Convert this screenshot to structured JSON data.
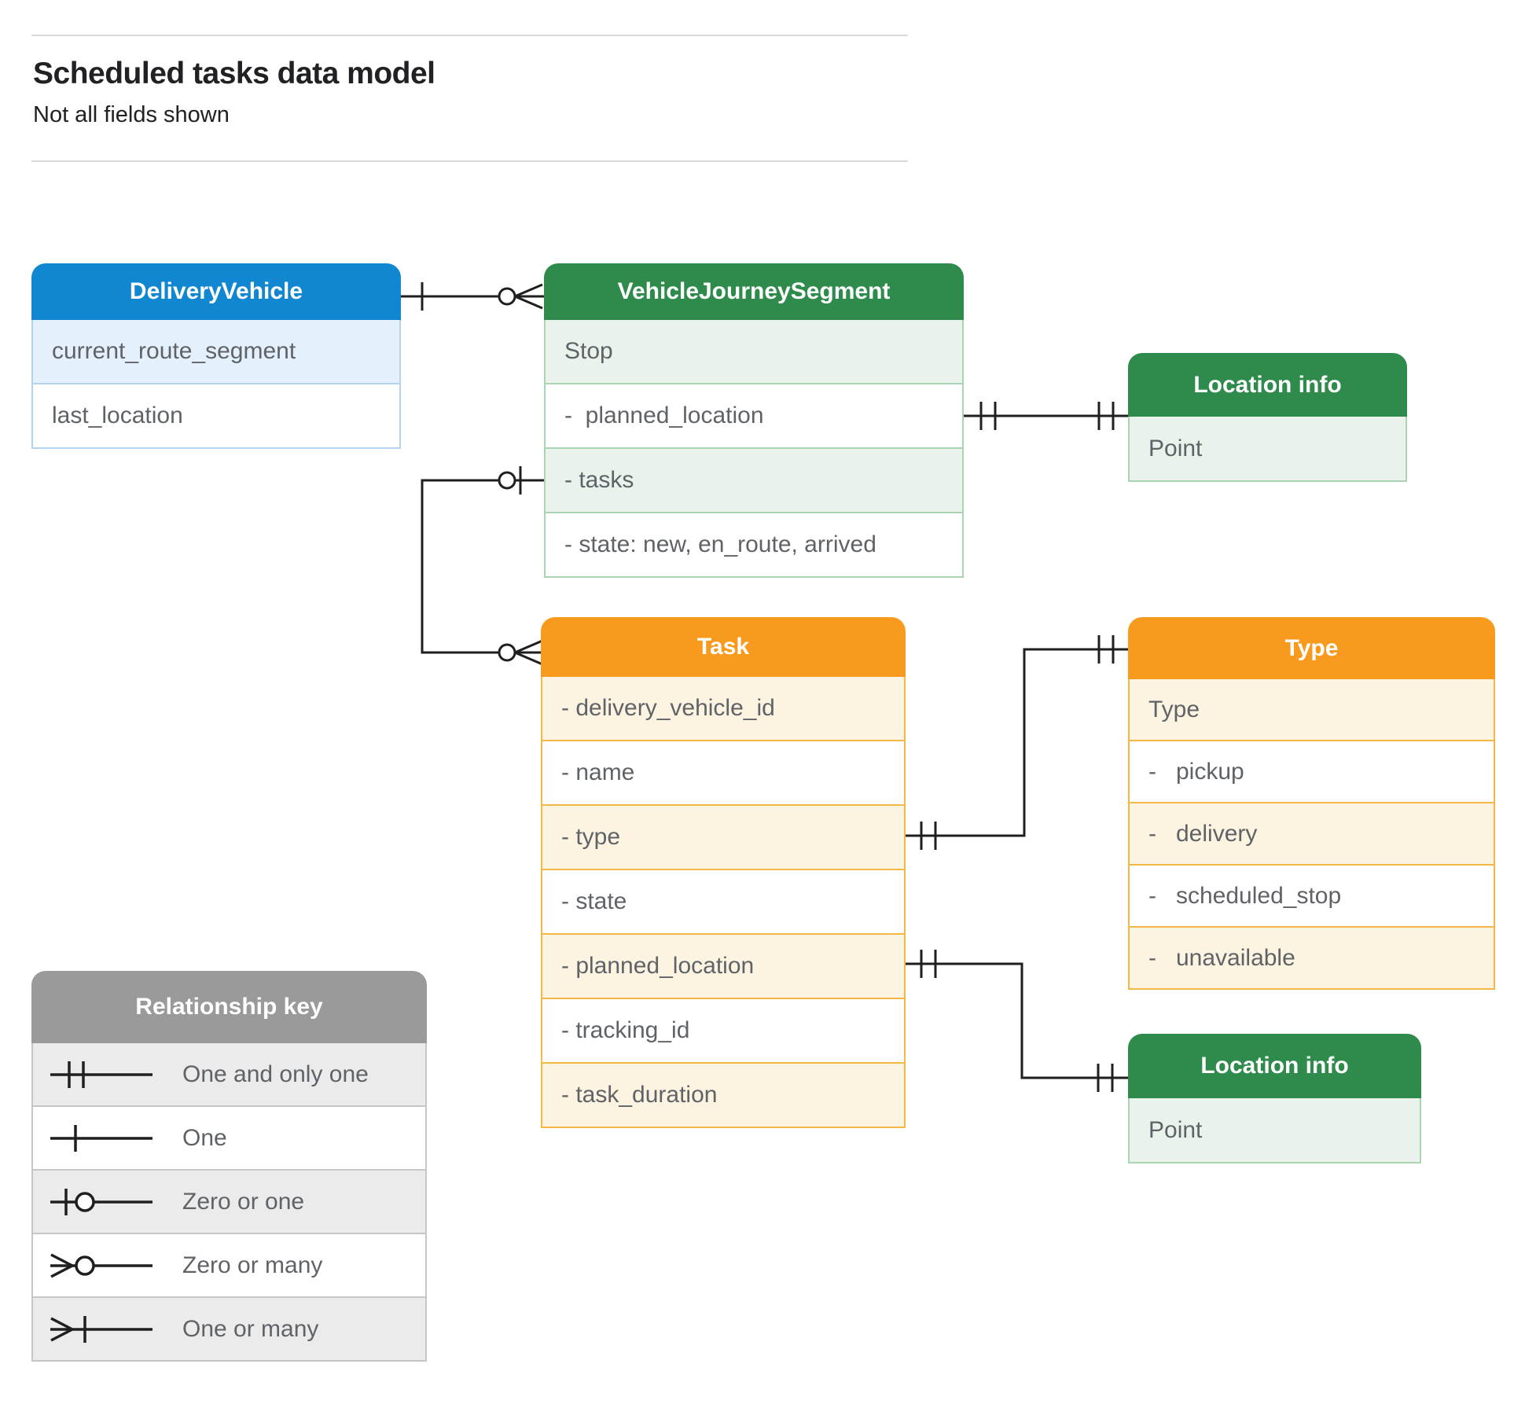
{
  "page": {
    "title": "Scheduled tasks data model",
    "subtitle": "Not all fields shown"
  },
  "entities": {
    "delivery_vehicle": {
      "title": "DeliveryVehicle",
      "rows": [
        "current_route_segment",
        "last_location"
      ]
    },
    "vehicle_journey_segment": {
      "title": "VehicleJourneySegment",
      "rows": [
        "Stop",
        "-  planned_location",
        "- tasks",
        "- state: new, en_route, arrived"
      ]
    },
    "location_info_top": {
      "title": "Location info",
      "rows": [
        "Point"
      ]
    },
    "task": {
      "title": "Task",
      "rows": [
        "- delivery_vehicle_id",
        "- name",
        "- type",
        "- state",
        "- planned_location",
        "- tracking_id",
        "- task_duration"
      ]
    },
    "type": {
      "title": "Type",
      "rows": [
        "Type",
        "-   pickup",
        "-   delivery",
        "-   scheduled_stop",
        "-   unavailable"
      ]
    },
    "location_info_bottom": {
      "title": "Location info",
      "rows": [
        "Point"
      ]
    }
  },
  "legend": {
    "title": "Relationship key",
    "items": [
      {
        "symbol": "one-and-only-one",
        "label": "One and only one"
      },
      {
        "symbol": "one",
        "label": "One"
      },
      {
        "symbol": "zero-or-one",
        "label": "Zero or one"
      },
      {
        "symbol": "zero-or-many",
        "label": "Zero or many"
      },
      {
        "symbol": "one-or-many",
        "label": "One or many"
      }
    ]
  },
  "relationships": [
    {
      "from": "DeliveryVehicle",
      "to": "VehicleJourneySegment",
      "from_cardinality": "one",
      "to_cardinality": "zero-or-many"
    },
    {
      "from": "VehicleJourneySegment.tasks",
      "to": "Task",
      "from_cardinality": "zero-or-one",
      "to_cardinality": "zero-or-many"
    },
    {
      "from": "VehicleJourneySegment.planned_location",
      "to": "Location info",
      "from_cardinality": "one-and-only-one",
      "to_cardinality": "one-and-only-one"
    },
    {
      "from": "Task.type",
      "to": "Type",
      "from_cardinality": "one-and-only-one",
      "to_cardinality": "one-and-only-one"
    },
    {
      "from": "Task.planned_location",
      "to": "Location info",
      "from_cardinality": "one-and-only-one",
      "to_cardinality": "one-and-only-one"
    }
  ],
  "colors": {
    "blue_header": "#1287d1",
    "blue_row": "#e4f1fc",
    "blue_border": "#b3d4f0",
    "green_header": "#2e8b4b",
    "green_row": "#e9f3eb",
    "green_border": "#aad4b2",
    "orange_header": "#f89a1d",
    "orange_row": "#fdf3e1",
    "orange_border": "#f6b845",
    "gray_header": "#9a9a9a",
    "gray_row": "#ebebeb",
    "gray_border": "#c6c6c6",
    "row_text": "#5f6368",
    "title_text": "#202124",
    "connector": "#1f1f1f"
  }
}
